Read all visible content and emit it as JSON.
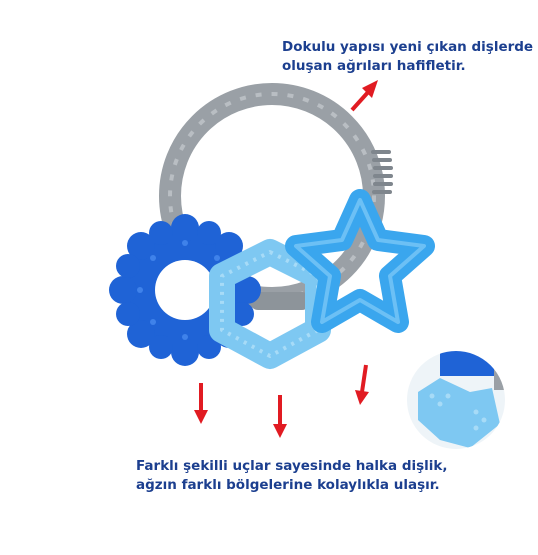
{
  "captions": {
    "top": {
      "line1": "Dokulu yapısı yeni çıkan dişlerde",
      "line2": "oluşan ağrıları hafifletir."
    },
    "bottom": {
      "line1": "Farklı şekilli uçlar sayesinde halka dişlik,",
      "line2": "ağzın farklı bölgelerine kolaylıkla ulaşır."
    }
  },
  "colors": {
    "caption_text": "#1c3f8f",
    "arrow": "#e11b22",
    "ring_gray": "#9aa0a6",
    "flower_blue": "#1f63d6",
    "hexagon_light_blue": "#7ec8f2",
    "star_blue": "#3aa6ee"
  },
  "icons": [
    "red-arrow-icon",
    "teether-photo",
    "zoom-inset-photo"
  ]
}
